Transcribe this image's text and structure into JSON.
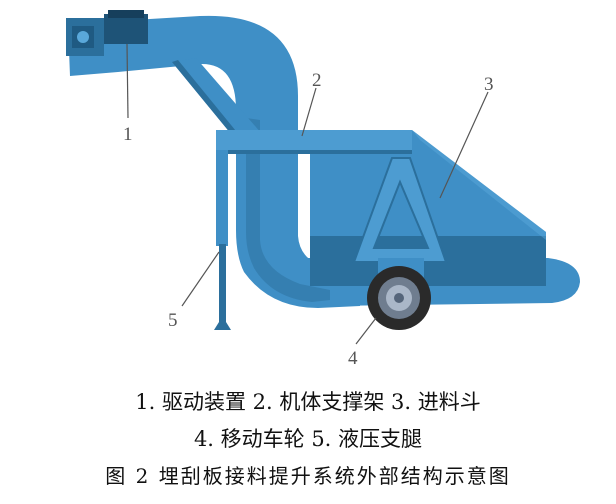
{
  "figure": {
    "callouts": [
      "1",
      "2",
      "3",
      "4",
      "5"
    ],
    "colors": {
      "body": "#3f8fc6",
      "body_dark": "#2b6f9c",
      "body_light": "#5aa8da",
      "tire": "#2a2a2a",
      "hub": "#aab7c8"
    }
  },
  "legend": {
    "line1": "1. 驱动装置 2. 机体支撑架 3. 进料斗",
    "line2": "4. 移动车轮 5. 液压支腿"
  },
  "caption": "图 2 埋刮板接料提升系统外部结构示意图"
}
